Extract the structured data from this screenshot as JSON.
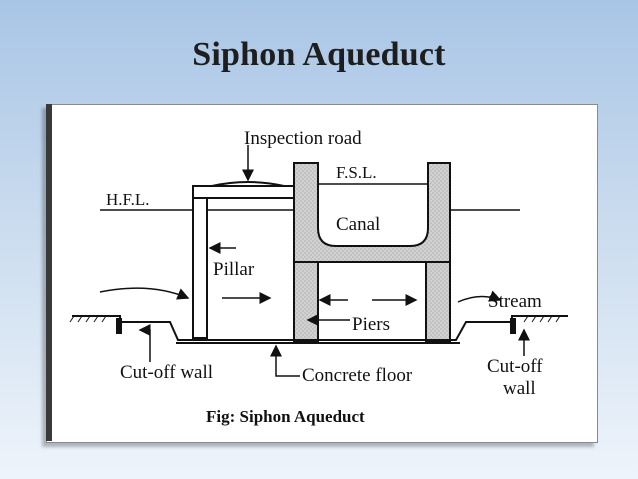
{
  "slide": {
    "title": "Siphon Aqueduct"
  },
  "figure": {
    "labels": {
      "inspection_road": "Inspection road",
      "fsl": "F.S.L.",
      "hfl": "H.F.L.",
      "canal": "Canal",
      "pillar": "Pillar",
      "stream": "Stream",
      "piers": "Piers",
      "cutoff_wall_left": "Cut-off wall",
      "concrete_floor": "Concrete floor",
      "cutoff_wall_right_1": "Cut-off",
      "cutoff_wall_right_2": "wall"
    },
    "caption": "Fig: Siphon Aqueduct"
  },
  "colors": {
    "pier_fill": "#c9c9c9",
    "line": "#111111",
    "background_top": "#a9c5e6"
  }
}
